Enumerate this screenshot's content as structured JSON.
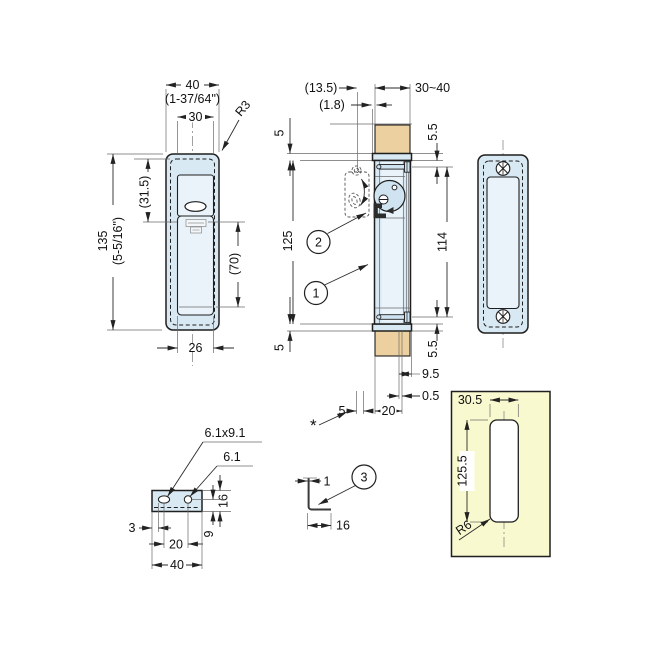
{
  "drawing": {
    "front_view": {
      "dims": {
        "width": "40",
        "width_in": "(1-37/64\")",
        "recess_width": "30",
        "corner_radius": "R3",
        "flap_height": "(31.5)",
        "height": "135",
        "height_in": "(5-5/16\")",
        "recess_height": "(70)",
        "bottom_width": "26"
      }
    },
    "section_view": {
      "dims": {
        "protrusion": "(13.5)",
        "plate_thickness": "(1.8)",
        "door_thickness": "30~40",
        "top_lip": "5",
        "top_lip_right": "5.5",
        "body_length": "125",
        "screw_span": "114",
        "bottom_lip": "5",
        "bottom_lip_right": "5.5",
        "hook_offset": "9.5",
        "hook_gap": "0.5",
        "backset": "20",
        "edge_offset": "5",
        "note_mark": "*"
      },
      "callouts": {
        "c1": "1",
        "c2": "2"
      }
    },
    "bracket_view": {
      "dims": {
        "slot": "6.1x9.1",
        "hole": "6.1",
        "edge_offset": "3",
        "hole_pitch": "20",
        "width": "40",
        "height": "16",
        "hole_height": "9"
      }
    },
    "angle_view": {
      "dims": {
        "thickness": "1",
        "leg": "16"
      },
      "callout": "3"
    },
    "cutout_view": {
      "dims": {
        "width": "30.5",
        "height": "125.5",
        "radius": "R6"
      }
    }
  }
}
